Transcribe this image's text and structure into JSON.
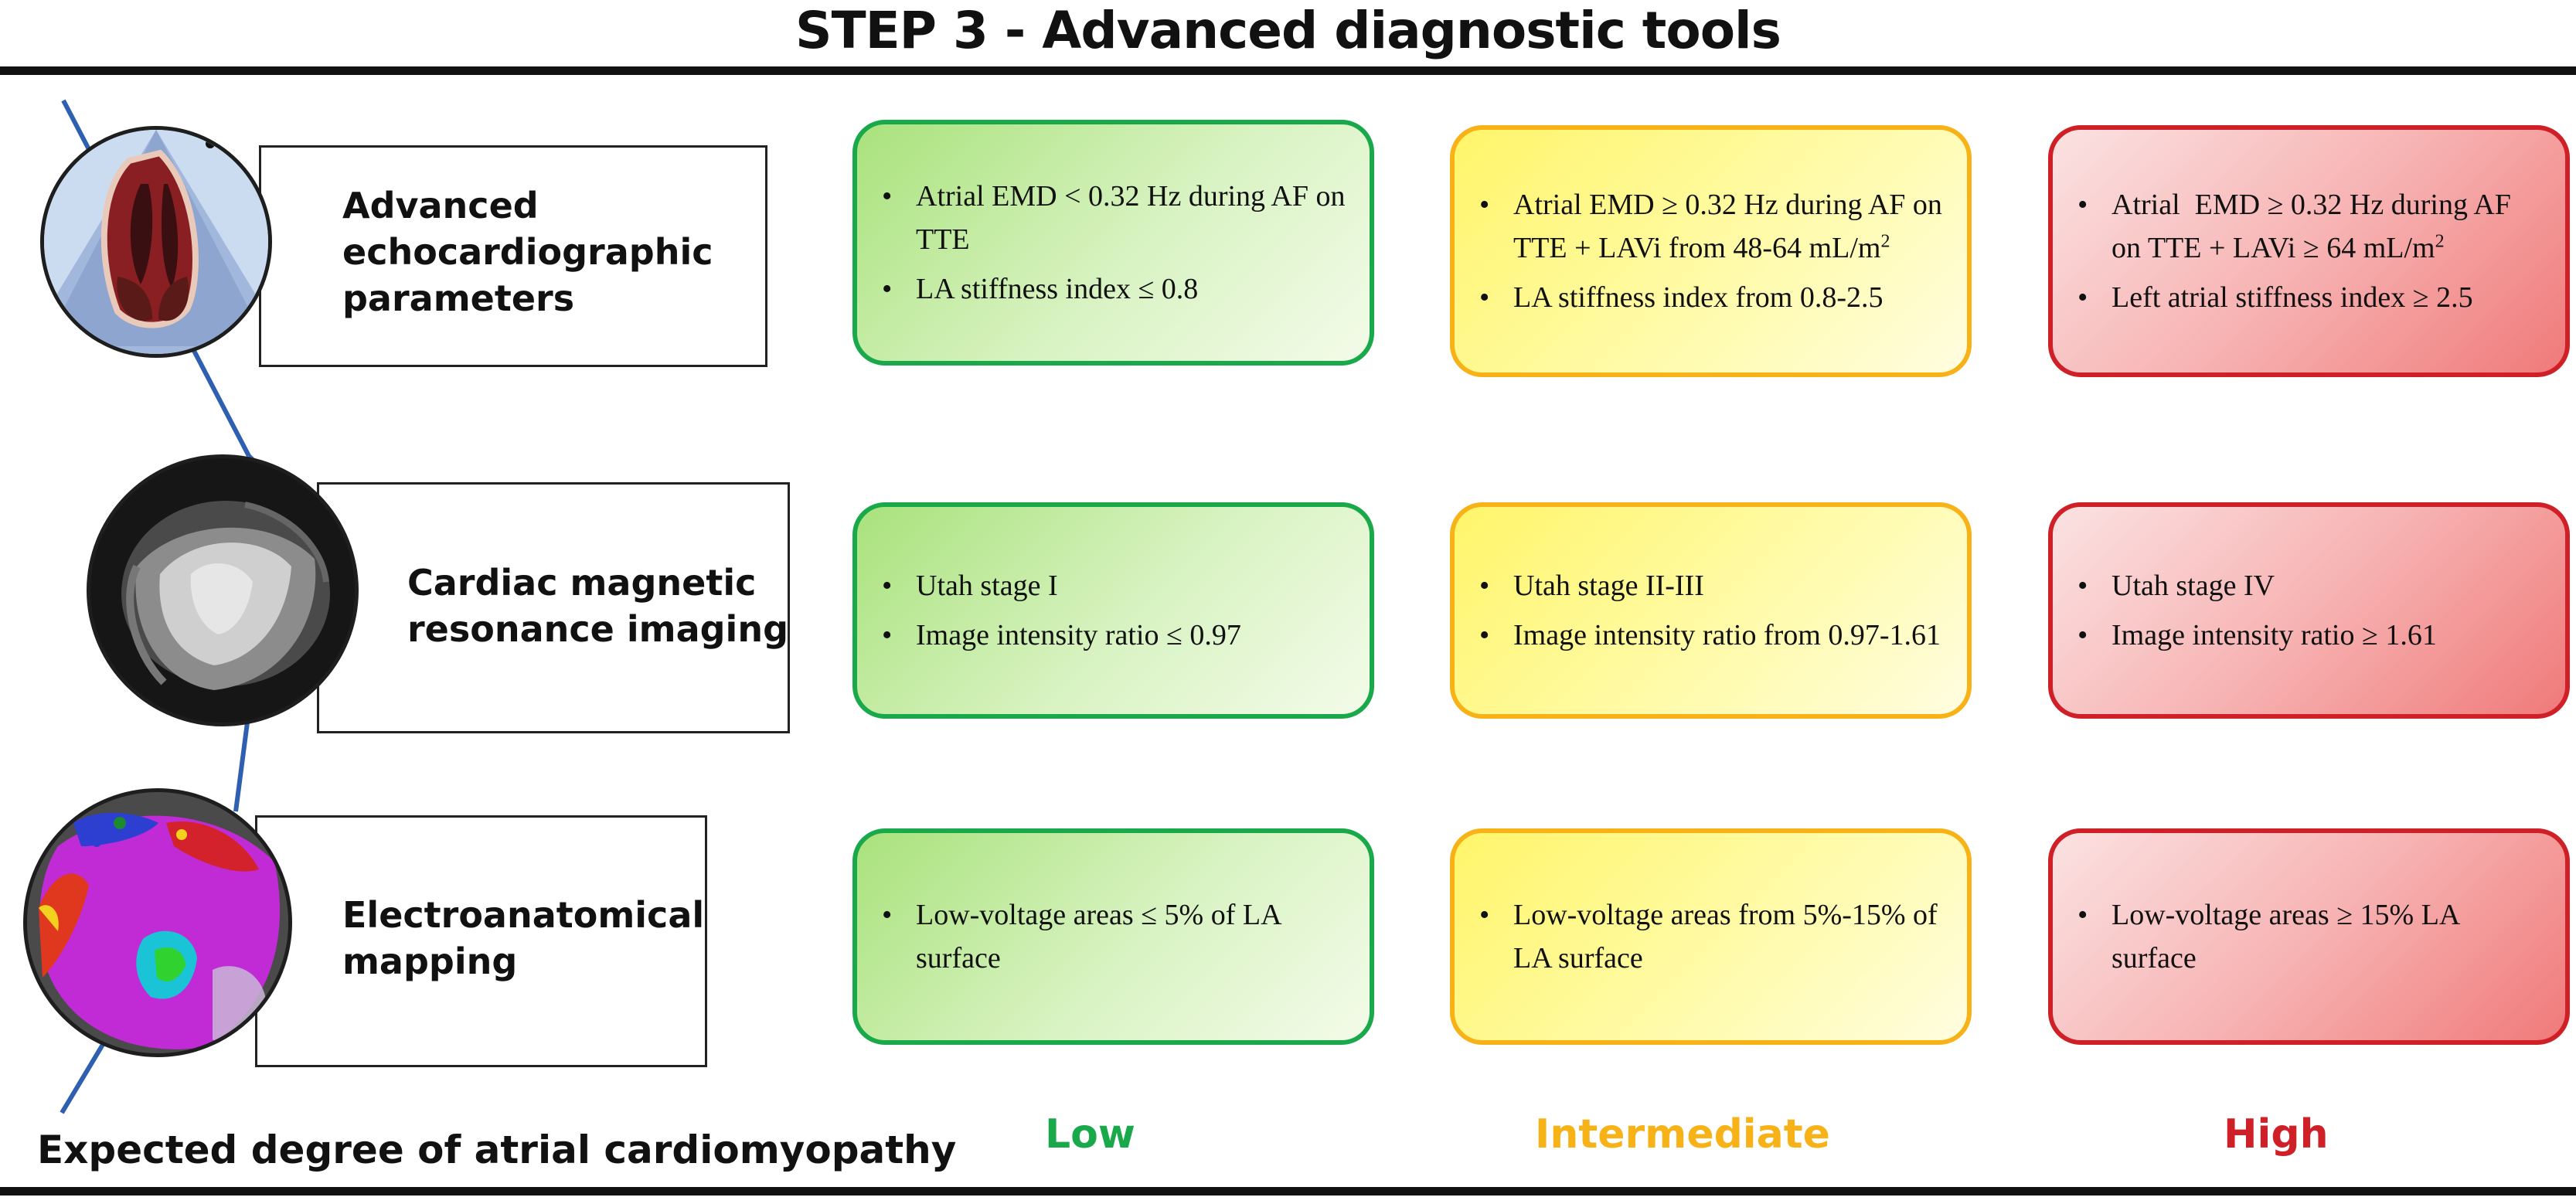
{
  "title": "STEP 3 - Advanced diagnostic tools",
  "methods": [
    {
      "label_lines": [
        "Advanced",
        "echocardiographic",
        "parameters"
      ],
      "image": "echocardiogram-icon"
    },
    {
      "label_lines": [
        "Cardiac magnetic",
        "resonance imaging"
      ],
      "image": "cardiac-mri-icon"
    },
    {
      "label_lines": [
        "Electroanatomical",
        "mapping"
      ],
      "image": "electroanatomical-map-icon"
    }
  ],
  "rows": [
    {
      "low": [
        "Atrial EMD < 0.32 Hz during AF on TTE",
        "LA stiffness index ≤ 0.8"
      ],
      "intermediate": [
        "Atrial EMD ≥ 0.32 Hz during AF on TTE + LAVi from 48-64 mL/m²",
        "LA stiffness index from 0.8-2.5"
      ],
      "high": [
        "Atrial EMD ≥ 0.32 Hz during AF on TTE + LAVi ≥ 64 mL/m²",
        "Left atrial stiffness index ≥ 2.5"
      ]
    },
    {
      "low": [
        "Utah stage I",
        "Image intensity ratio ≤ 0.97"
      ],
      "intermediate": [
        "Utah stage II-III",
        "Image intensity ratio from 0.97-1.61"
      ],
      "high": [
        "Utah stage IV",
        "Image intensity ratio ≥ 1.61"
      ]
    },
    {
      "low": [
        "Low-voltage areas ≤ 5% of LA surface"
      ],
      "intermediate": [
        "Low-voltage areas from 5%-15% of LA surface"
      ],
      "high": [
        "Low-voltage areas ≥ 15% LA surface"
      ]
    }
  ],
  "footer": {
    "expected": "Expected degree of atrial cardiomyopathy",
    "low": "Low",
    "intermediate": "Intermediate",
    "high": "High"
  },
  "colors": {
    "low": "#19a84a",
    "intermediate": "#f7b217",
    "high": "#cf1f27",
    "connector": "#2f5fb0"
  }
}
